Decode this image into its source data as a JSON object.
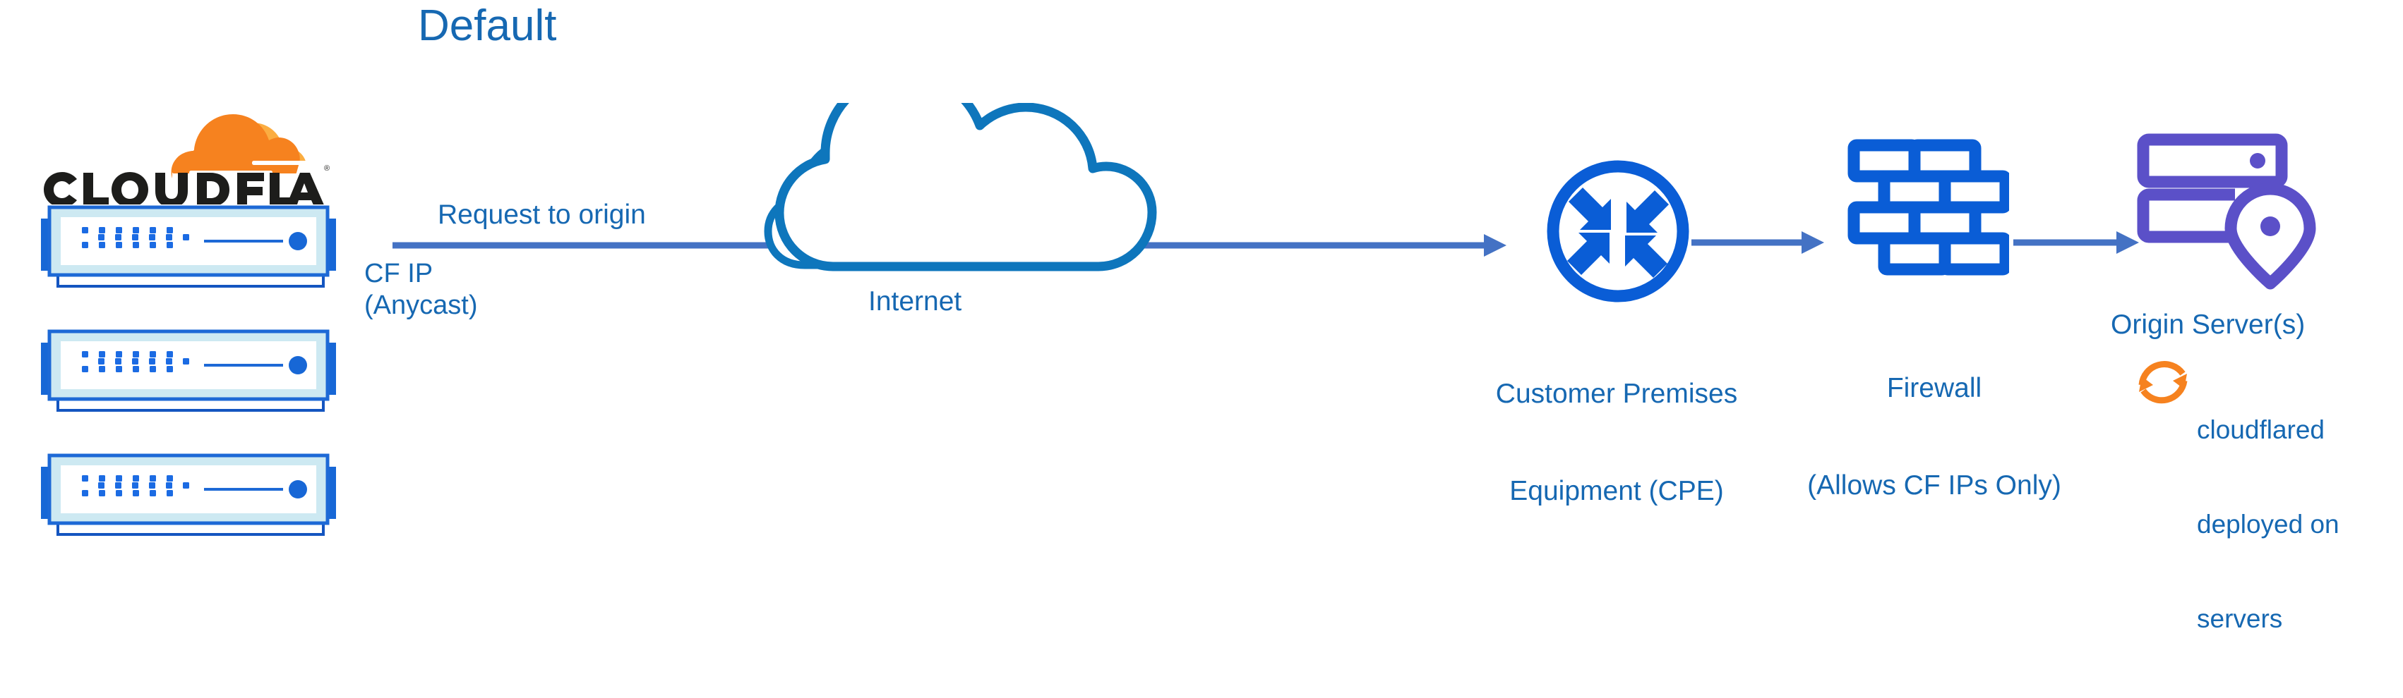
{
  "diagram": {
    "title": "Default",
    "title_color": "#1668B2",
    "accent_blue": "#1668B2",
    "arrow_blue": "#4472C4",
    "icon_blue": "#0A5DD6",
    "purple": "#5B50C8",
    "orange": "#F6821F"
  },
  "brand": {
    "logo_wordmark": "CLOUDFLARE",
    "logo_registered": "®",
    "logo_cloud_color": "#F6821F",
    "logo_cloud_shade_color": "#FBAD41",
    "logo_wordmark_color": "#1D1D1B"
  },
  "nodes": {
    "cloudflare_edge": {
      "icon": "server-rack-icon",
      "count": 3,
      "ip_label_line1": "CF IP",
      "ip_label_line2": "(Anycast)"
    },
    "request_flow": {
      "label": "Request to origin",
      "arrow": "arrow-right-icon"
    },
    "internet": {
      "icon": "cloud-icon",
      "label": "Internet"
    },
    "cpe": {
      "icon": "router-icon",
      "label_line1": "Customer Premises",
      "label_line2": "Equipment (CPE)"
    },
    "firewall": {
      "icon": "brick-wall-icon",
      "label_line1": "Firewall",
      "label_line2": "(Allows CF IPs Only)"
    },
    "origin": {
      "icon": "server-location-icon",
      "label": "Origin Server(s)",
      "note_icon": "sync-refresh-icon",
      "note_line1": "cloudflared",
      "note_line2": "deployed on",
      "note_line3": "servers"
    }
  }
}
